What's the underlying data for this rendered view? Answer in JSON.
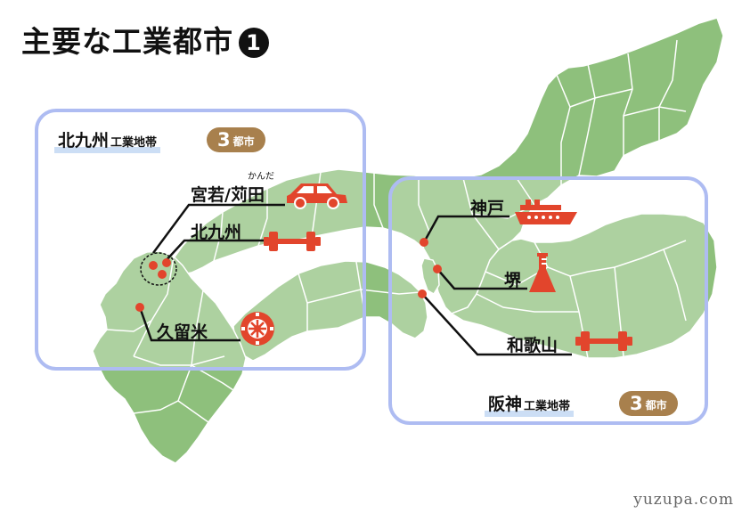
{
  "title": "主要な工業都市",
  "title_number": "1",
  "regions": {
    "kitakyushu": {
      "name": "北九州",
      "suffix": "工業地帯",
      "count_number": "3",
      "count_unit": "都市"
    },
    "hanshin": {
      "name": "阪神",
      "suffix": "工業地帯",
      "count_number": "3",
      "count_unit": "都市"
    }
  },
  "cities": {
    "miyawaka": {
      "label": "宮若/苅田",
      "ruby": "かんだ",
      "icon": "car-icon"
    },
    "kitakyushu": {
      "label": "北九州",
      "icon": "dumbbell-icon"
    },
    "kurume": {
      "label": "久留米",
      "icon": "tire-icon"
    },
    "kobe": {
      "label": "神戸",
      "icon": "ship-icon"
    },
    "sakai": {
      "label": "堺",
      "icon": "flask-icon"
    },
    "wakayama": {
      "label": "和歌山",
      "icon": "dumbbell-icon"
    }
  },
  "credit": "yuzupa.com",
  "colors": {
    "land": "#8ec07c",
    "border": "#ffffff",
    "frame": "#aebcf2",
    "marker": "#e2452c",
    "badge": "#a8804d",
    "highlight": "#b9d1f2"
  }
}
